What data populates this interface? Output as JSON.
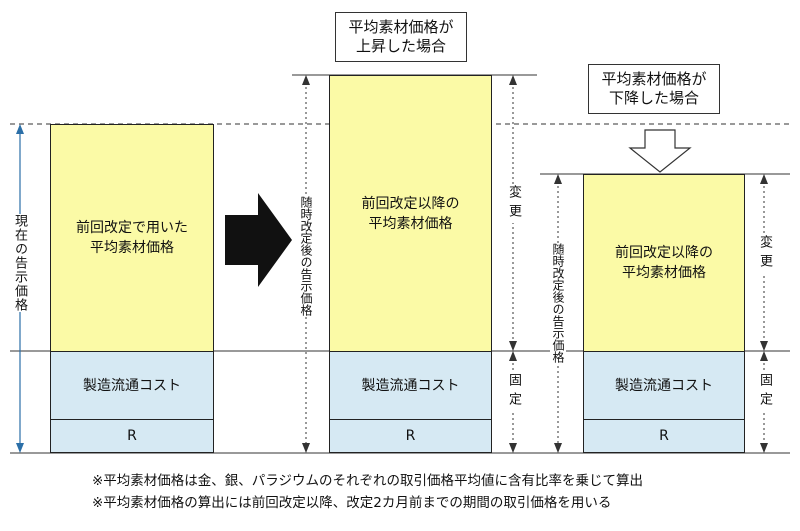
{
  "callouts": {
    "rise": "平均素材価格が\n上昇した場合",
    "fall": "平均素材価格が\n下降した場合"
  },
  "left": {
    "axis_label": "現在の告示価格",
    "material": "前回改定で用いた\n平均素材価格",
    "cost": "製造流通コスト",
    "r": "R"
  },
  "middle": {
    "axis_label": "随時改定後の告示価格",
    "material": "前回改定以降の\n平均素材価格",
    "cost": "製造流通コスト",
    "r": "R",
    "variable": "変更",
    "fixed": "固定"
  },
  "right": {
    "axis_label": "随時改定後の告示価格",
    "material": "前回改定以降の\n平均素材価格",
    "cost": "製造流通コスト",
    "r": "R",
    "variable": "変更",
    "fixed": "固定"
  },
  "notes": [
    "※平均素材価格は金、銀、パラジウムのそれぞれの取引価格平均値に含有比率を乗じて算出",
    "※平均素材価格の算出には前回改定以降、改定2カ月前までの期間の取引価格を用いる"
  ]
}
